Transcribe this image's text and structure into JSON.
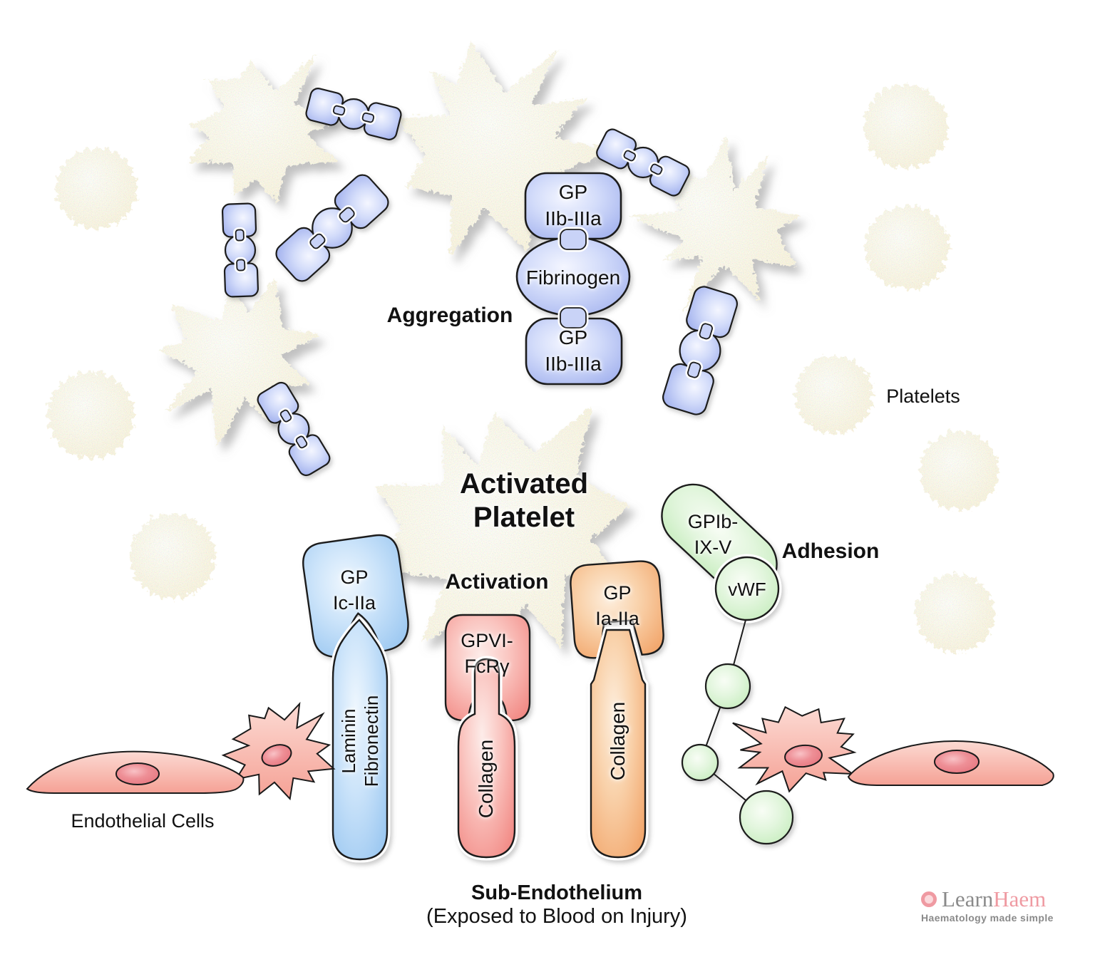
{
  "labels": {
    "aggregation": "Aggregation",
    "activated_line1": "Activated",
    "activated_line2": "Platelet",
    "activation": "Activation",
    "adhesion": "Adhesion",
    "platelets": "Platelets",
    "endothelial_cells": "Endothelial Cells",
    "sub_endothelium": "Sub-Endothelium",
    "sub_endothelium_note": "(Exposed to Blood on Injury)"
  },
  "receptors": {
    "gp_iib_iiia_top": {
      "line1": "GP",
      "line2": "IIb-IIIa"
    },
    "fibrinogen": "Fibrinogen",
    "gp_iib_iiia_bottom": {
      "line1": "GP",
      "line2": "IIb-IIIa"
    },
    "gp_ic_iia": {
      "line1": "GP",
      "line2": "Ic-IIa"
    },
    "gpvi_fcr": {
      "line1": "GPVI-",
      "line2": "FcRγ"
    },
    "gp_ia_iia": {
      "line1": "GP",
      "line2": "Ia-IIa"
    },
    "gpib_ix_v": {
      "line1": "GPIb-",
      "line2": "IX-V"
    },
    "vwf": "vWF",
    "laminin_fibronectin": {
      "line1": "Laminin",
      "line2": "Fibronectin"
    },
    "collagen_left": "Collagen",
    "collagen_right": "Collagen"
  },
  "logo": {
    "learn": "Learn",
    "haem": "Haem",
    "tagline": "Haematology made simple"
  },
  "colors": {
    "outline": "#1a1a1a",
    "chain_blue": {
      "light": "#f4f6ff",
      "mid": "#d3dcfa",
      "edge": "#a3b2ee"
    },
    "chain_plug": "#c9d3f7",
    "sky_blue": {
      "light": "#eff7fe",
      "mid": "#cce4fa",
      "edge": "#9cc8f1"
    },
    "red": {
      "light": "#fdece9",
      "mid": "#fac5c0",
      "edge": "#f28b86"
    },
    "orange": {
      "light": "#fdeedd",
      "mid": "#f9d2ab",
      "edge": "#f2a76d"
    },
    "green": {
      "light": "#f8fdf5",
      "mid": "#e3f6de",
      "edge": "#c4ecbb"
    },
    "platelet": {
      "center": "#fffefa",
      "edge": "#faf3dd"
    },
    "cell_pink": {
      "light": "#fcdad3",
      "edge": "#f5a195"
    },
    "nucleus": {
      "light": "#f9c2c6",
      "mid": "#ee8f96",
      "edge": "#e5737c"
    },
    "logo_pink": "#ef9aa2",
    "logo_gray": "#8a8a8a"
  }
}
